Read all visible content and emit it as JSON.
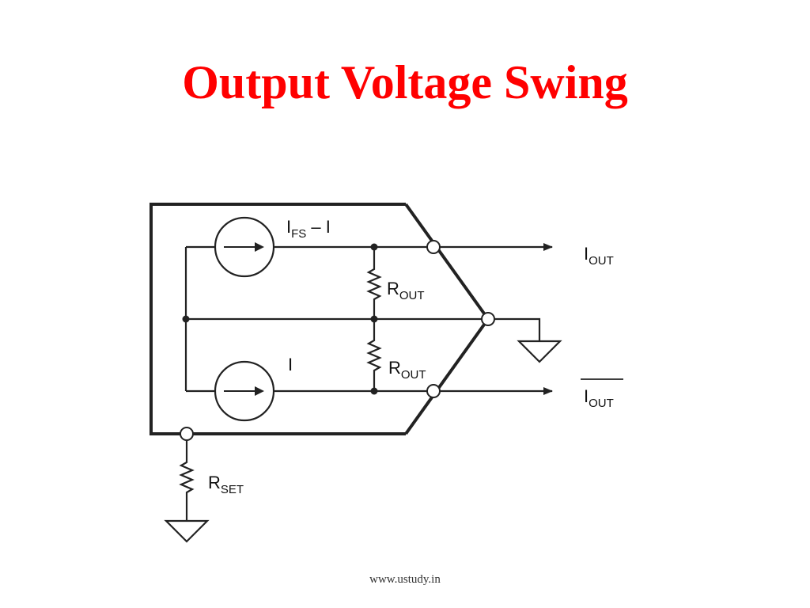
{
  "slide": {
    "title": "Output Voltage Swing",
    "title_color": "#ff0000",
    "footer": "www.ustudy.in"
  },
  "diagram": {
    "labels": {
      "ifs_main": "I",
      "ifs_sub": "FS",
      "ifs_rest": " – I",
      "i_source": "I",
      "iout_main": "I",
      "iout_sub": "OUT",
      "iout_bar_main": "I",
      "iout_bar_sub": "OUT",
      "rout_top_main": "R",
      "rout_top_sub": "OUT",
      "rout_bottom_main": "R",
      "rout_bottom_sub": "OUT",
      "rset_main": "R",
      "rset_sub": "SET"
    },
    "icons": [
      "current-source-icon",
      "resistor-icon",
      "ground-icon",
      "arrow-icon",
      "terminal-icon"
    ]
  }
}
